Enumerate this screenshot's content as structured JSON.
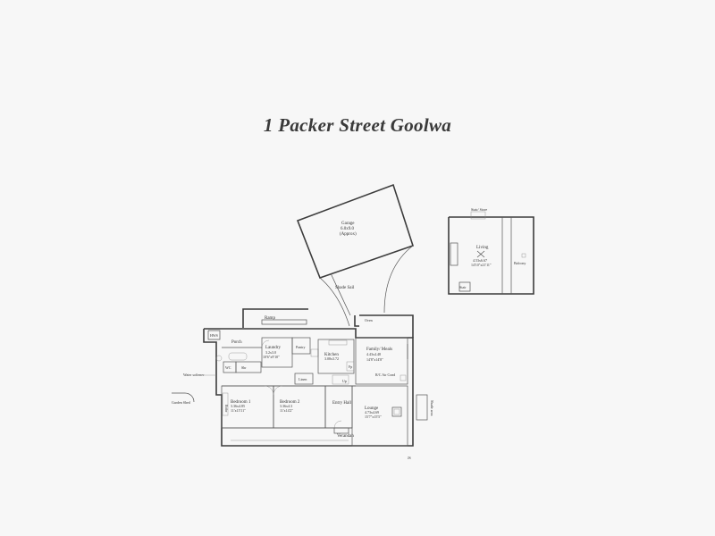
{
  "title": "1 Packer Street Goolwa",
  "rooms": {
    "garage": {
      "name": "Garage",
      "size": "6.0x9.0",
      "note": "(Approx)"
    },
    "shade_sail": "Shade Sail",
    "ramp": "Ramp",
    "porch": "Porch",
    "laundry": {
      "name": "Laundry",
      "metric": "3.2x3.0",
      "imperial": "10'6\"x9'10\""
    },
    "pantry": "Pantry",
    "kitchen": {
      "name": "Kitchen",
      "metric": "3.08x3.72"
    },
    "family_meals": {
      "name": "Family/ Meals",
      "metric": "4.43x4.48",
      "imperial": "14'8\"x14'8\""
    },
    "oven": "Oven",
    "fp": "Fp",
    "rc_air_cond": "R/C Air Cond",
    "wc": "WC",
    "shr": "Shr",
    "linen": "Linen",
    "bedroom1": {
      "name": "Bedroom 1",
      "metric": "3.36x4.85",
      "imperial": "11'x15'11\""
    },
    "bedroom2": {
      "name": "Bedroom 2",
      "metric": "3.36x4.3",
      "imperial": "11'x14'2\""
    },
    "entry_hall": "Entry Hall",
    "up": "Up",
    "robe": "Robe",
    "lounge": {
      "name": "Lounge",
      "metric": "4.73x4.69",
      "imperial": "15'7\"x15'5\""
    },
    "verandah": "Verandah",
    "water_softener": "Water softener",
    "garden_shed": "Garden Shed",
    "shade_area": "Shade area",
    "hws": "HWS",
    "sig": "JS"
  },
  "upper": {
    "stair_label": "Stair/ Store",
    "living": {
      "name": "Living",
      "metric": "4.53x6.67",
      "imperial": "14'10\"x21'11\""
    },
    "balcony": "Balcony",
    "stair_down": "Stair"
  }
}
